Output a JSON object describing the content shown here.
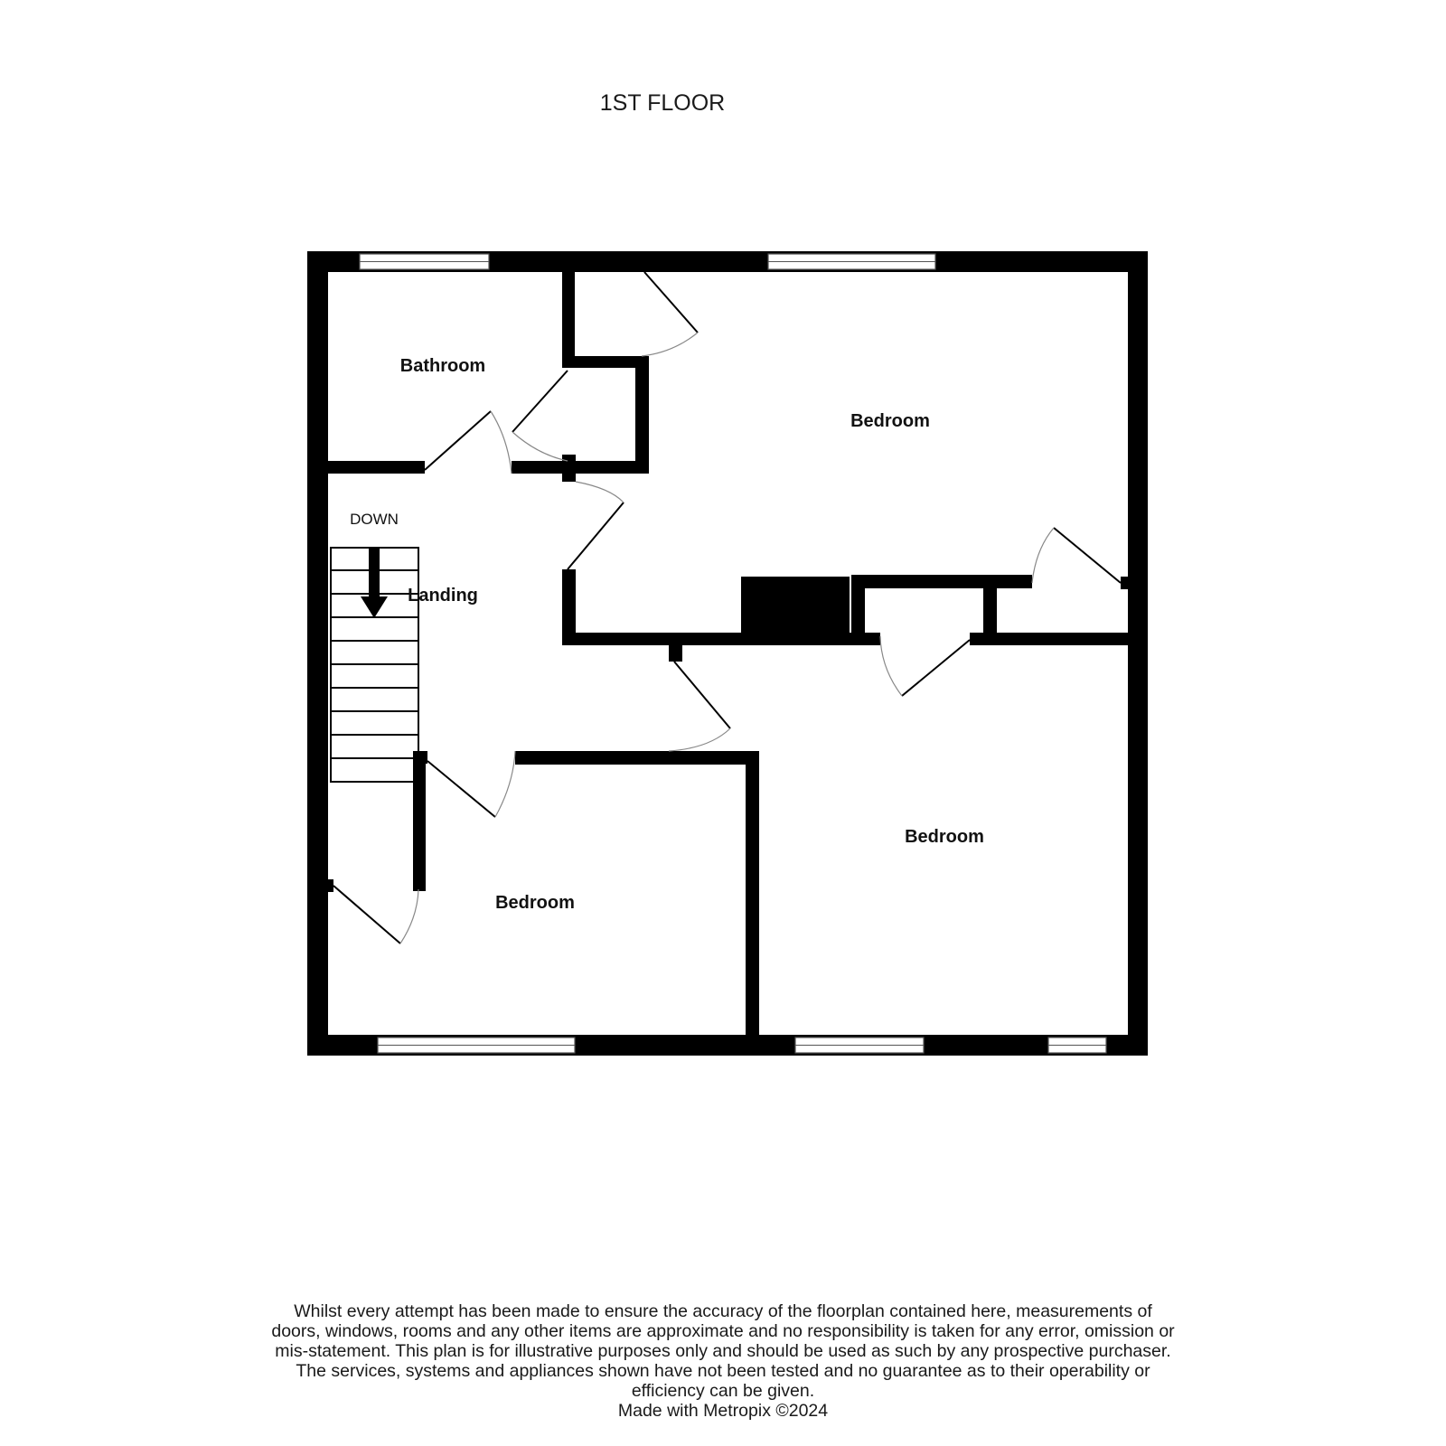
{
  "title": "1ST FLOOR",
  "rooms": {
    "bathroom": "Bathroom",
    "bedroom_top_right": "Bedroom",
    "landing": "Landing",
    "bedroom_bottom_left": "Bedroom",
    "bedroom_bottom_right": "Bedroom"
  },
  "stairs": {
    "direction_label": "DOWN"
  },
  "disclaimer": "Whilst every attempt has been made to ensure the accuracy of the floorplan contained here, measurements of doors, windows, rooms and any other items are approximate and no responsibility is taken for any error, omission or mis-statement. This plan is for illustrative purposes only and should be used as such by any prospective purchaser. The services, systems and appliances shown have not been tested and no guarantee as to their operability or efficiency can be given.",
  "credit": "Made with Metropix ©2024"
}
